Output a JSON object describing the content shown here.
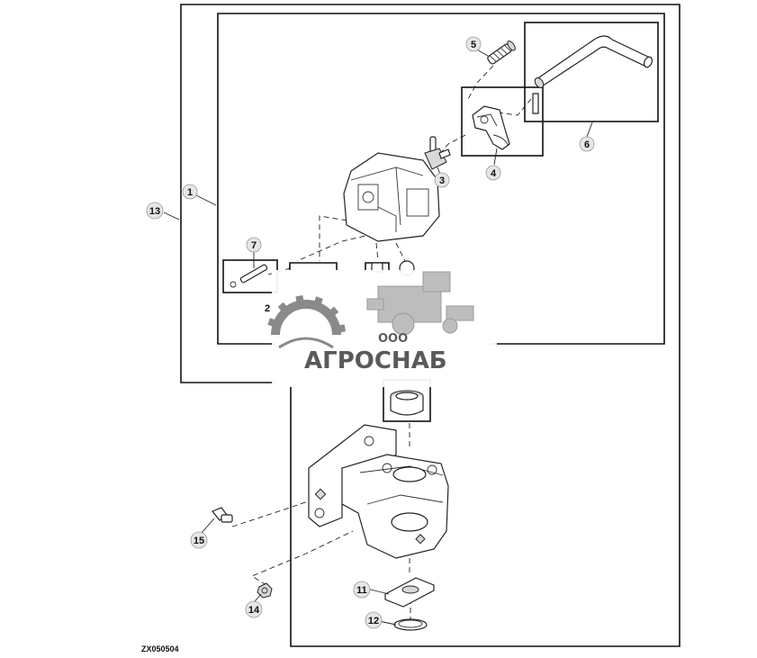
{
  "figure_id": "ZX050504",
  "callouts": {
    "c1": "1",
    "c2": "2",
    "c3": "3",
    "c4": "4",
    "c5": "5",
    "c6": "6",
    "c7": "7",
    "c11": "11",
    "c12": "12",
    "c13": "13",
    "c14": "14",
    "c15": "15"
  },
  "watermark": {
    "small_text": "ООО",
    "brand_text": "АГРОСНАБ"
  },
  "colors": {
    "line": "#222222",
    "callout_fill": "#e6e6e6",
    "watermark": "#5a5a5a"
  }
}
